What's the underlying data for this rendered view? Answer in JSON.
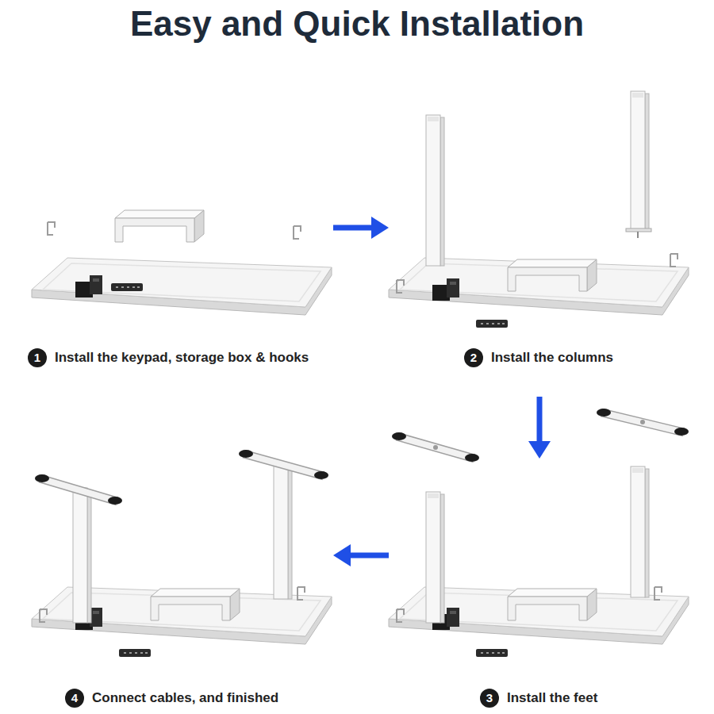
{
  "diagram": {
    "title": "Easy and Quick Installation",
    "nodes": [
      {
        "text": [
          "1",
          "Install the keypad, storage box & hooks"
        ]
      },
      {
        "text": [
          "2",
          "Install the columns"
        ]
      },
      {
        "text": [
          "3",
          "Install the feet"
        ]
      },
      {
        "text": [
          "4",
          "Connect cables, and finished"
        ]
      }
    ],
    "edges": [
      {
        "from": 0,
        "to": 1,
        "arrow": "to"
      },
      {
        "from": 1,
        "to": 2,
        "arrow": "to"
      },
      {
        "from": 2,
        "to": 3,
        "arrow": "to"
      }
    ]
  }
}
